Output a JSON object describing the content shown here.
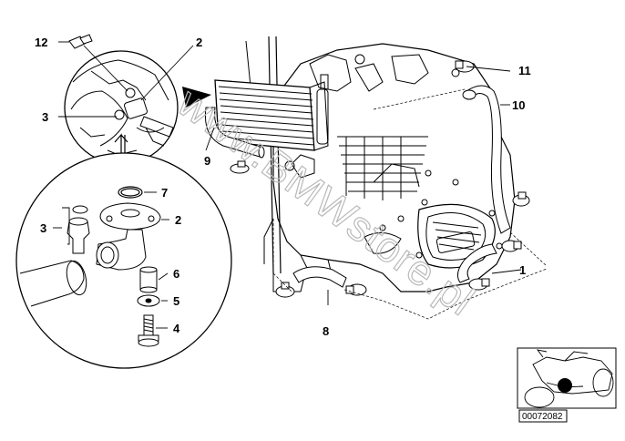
{
  "callouts": {
    "n1": "1",
    "n2a": "2",
    "n2b": "2",
    "n3a": "3",
    "n3b": "3",
    "n4": "4",
    "n5": "5",
    "n6": "6",
    "n7": "7",
    "n8": "8",
    "n9": "9",
    "n10": "10",
    "n11": "11",
    "n12": "12"
  },
  "watermark": "www.BMWstore.pl",
  "reference_code": "00072082",
  "colors": {
    "line": "#000000",
    "watermark": "#b9b9b9",
    "background": "#ffffff"
  }
}
